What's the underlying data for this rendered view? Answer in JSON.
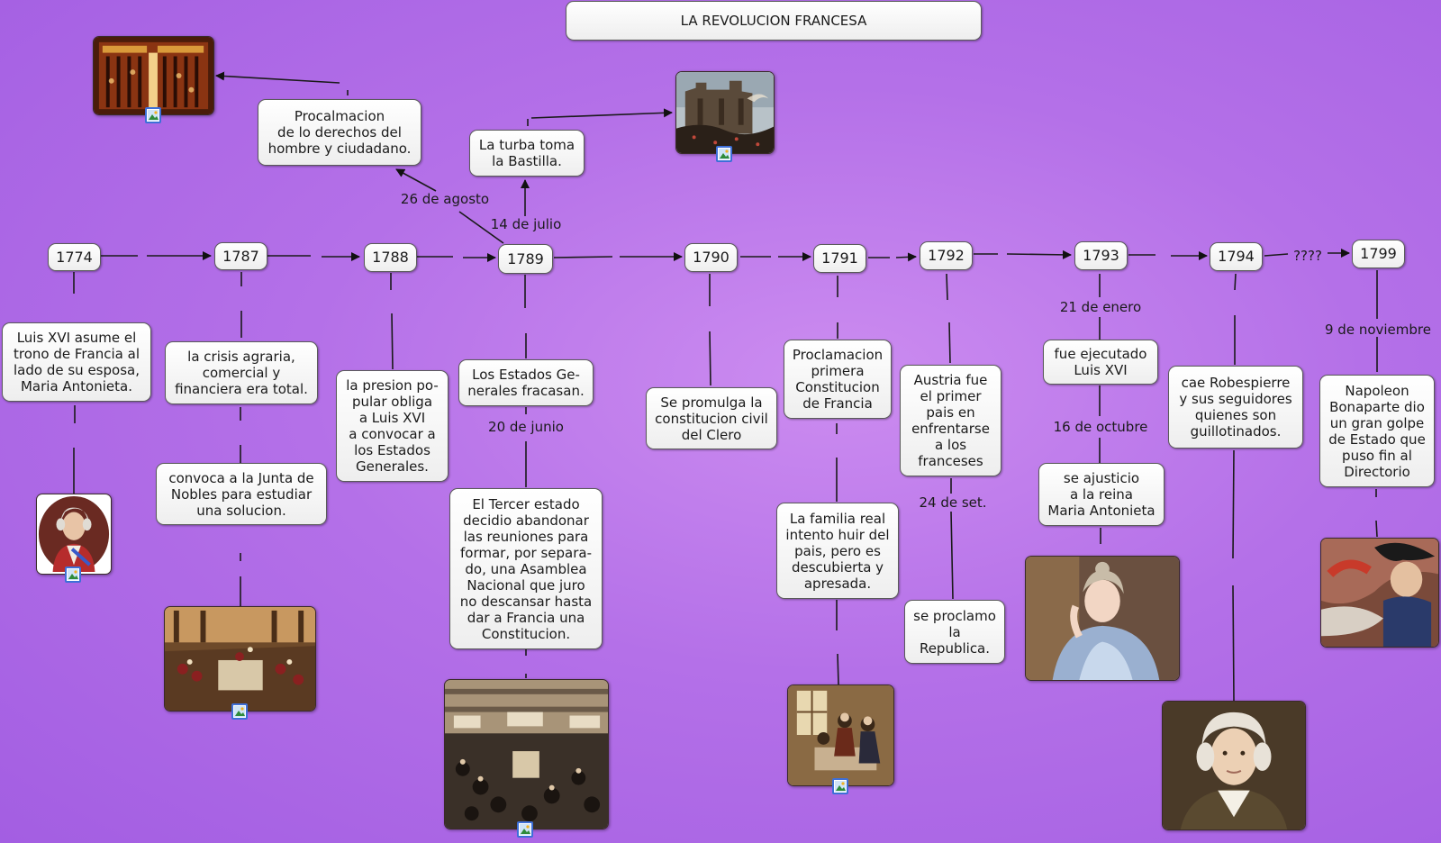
{
  "title": "LA REVOLUCION FRANCESA",
  "years": [
    "1774",
    "1787",
    "1788",
    "1789",
    "1790",
    "1791",
    "1792",
    "1793",
    "1794",
    "1799"
  ],
  "year_link_label": "????",
  "concepts": {
    "luis_xvi_asume": "Luis XVI asume el\ntrono de Francia al\nlado de su esposa,\nMaria Antonieta.",
    "crisis": "la crisis agraria,\ncomercial y\nfinanciera era total.",
    "junta_notables": "convoca a la Junta de\nNobles para estudiar\nuna solucion.",
    "presion_popular": "la presion po-\npular obliga\na Luis XVI\na convocar a\nlos Estados\nGenerales.",
    "estados_generales": "Los Estados Ge-\nnerales fracasan.",
    "tercer_estado": "El Tercer estado\ndecidio abandonar\nlas reuniones para\nformar, por separa-\ndo, una Asamblea\nNacional que juro\nno descansar hasta\ndar a Francia una\nConstitucion.",
    "turba_bastilla": "La turba toma\nla Bastilla.",
    "derechos": "Procalmacion\nde lo derechos del\nhombre y ciudadano.",
    "constitucion_civil": "Se promulga la\nconstitucion civil\ndel Clero",
    "primera_constitucion": "Proclamacion\nprimera\nConstitucion\nde Francia",
    "familia_real": "La familia real\nintento huir del\npais, pero es\ndescubierta y\napresada.",
    "austria": "Austria fue\nel primer\npais en\nenfrentarse\na los\nfranceses",
    "republica": "se proclamo\nla\nRepublica.",
    "ejecutado": "fue ejecutado\nLuis XVI",
    "reina": "se ajusticio\na la reina\nMaria Antonieta",
    "robespierre": "cae Robespierre\ny sus seguidores\nquienes son\nguillotinados.",
    "napoleon": "Napoleon\nBonaparte dio\nun gran golpe\nde Estado que\npuso fin al\nDirectorio"
  },
  "link_labels": {
    "agosto": "26 de agosto",
    "julio": "14 de julio",
    "junio": "20 de junio",
    "enero": "21 de enero",
    "octubre": "16 de octubre",
    "septiembre": "24 de set.",
    "noviembre": "9 de noviembre"
  },
  "images": {
    "assembly_hall": "assembly-hall-painting",
    "bastille": "bastille-storming-painting",
    "luis_xvi": "louis-xvi-portrait",
    "junta": "assembly-of-notables-painting",
    "tennis_court": "tennis-court-oath-painting",
    "escape": "royal-family-arrest-painting",
    "antoinette": "marie-antoinette-portrait",
    "robespierre": "robespierre-portrait",
    "napoleon": "napoleon-portrait"
  },
  "colors": {
    "background": "#b470e8",
    "node_fill": "#f2f2f2",
    "node_border": "#5a5a5a",
    "link": "#1a1a1a",
    "badge": "#3d6fd8"
  }
}
